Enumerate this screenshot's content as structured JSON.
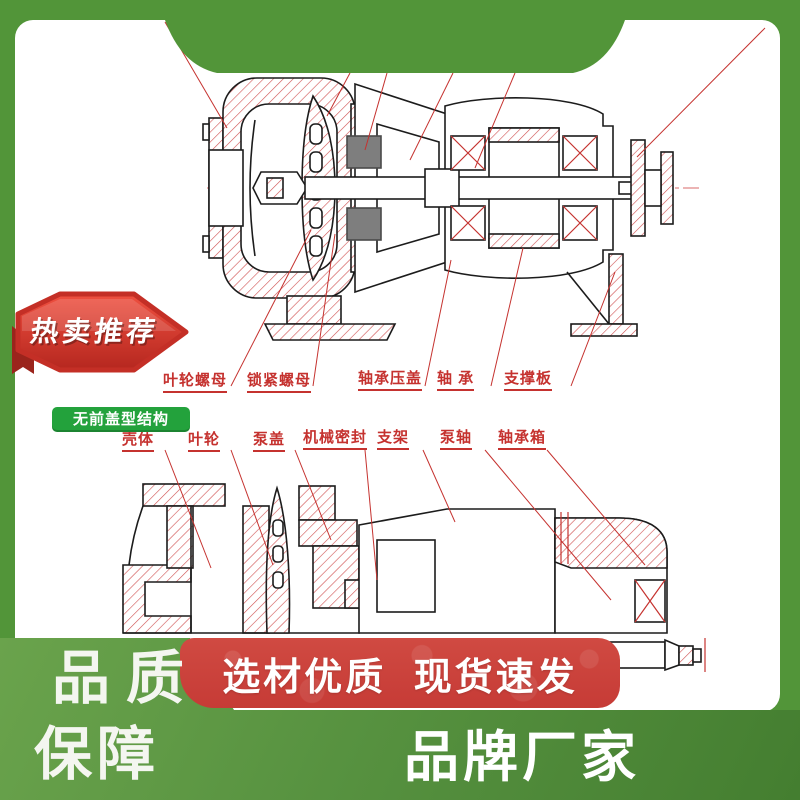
{
  "ribbon": {
    "label": "热卖推荐"
  },
  "structure_tag": {
    "label": "无前盖型结构"
  },
  "top_diagram": {
    "part_labels": [
      "叶轮螺母",
      "锁紧螺母",
      "轴承压盖",
      "轴 承",
      "支撑板"
    ]
  },
  "bottom_diagram": {
    "part_labels": [
      "壳体",
      "叶轮",
      "泵盖",
      "机械密封",
      "支架",
      "泵轴",
      "轴承箱"
    ]
  },
  "footer": {
    "quality_line1": "品质",
    "quality_line2": "保障",
    "banner_text": "选材优质 现货速发",
    "brand_text": "品牌厂家"
  },
  "colors": {
    "background_green": "#529539",
    "band_green_light": "#6aa34c",
    "band_green_dark": "#447e30",
    "banner_red": "#c63b36",
    "ribbon_red": "#d5372c",
    "label_red": "#c5322f",
    "tag_green": "#23a23c"
  }
}
